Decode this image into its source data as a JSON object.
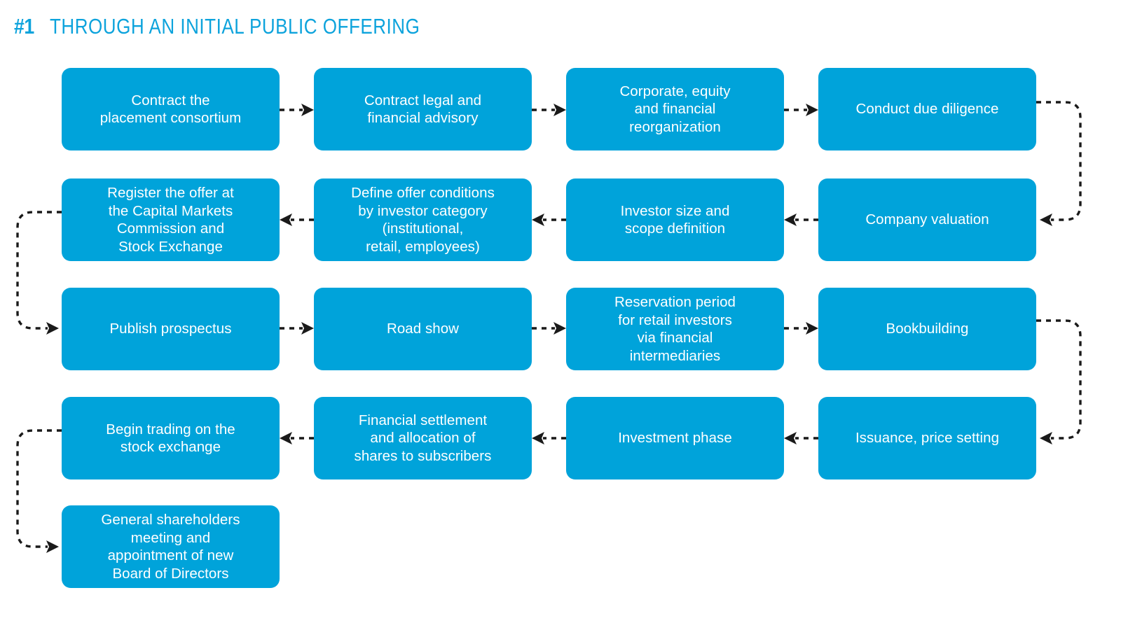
{
  "title": {
    "number": "#1",
    "text": "THROUGH AN INITIAL PUBLIC OFFERING",
    "color": "#0DA3DC"
  },
  "theme": {
    "box_fill": "#00A3DA",
    "box_text": "#FFFFFF",
    "connector": "#1A1A1A",
    "background": "#FFFFFF"
  },
  "diagram": {
    "type": "flowchart",
    "flow_direction": "boustrophedon (serpentine: row1 left-to-right, row2 right-to-left, row3 left-to-right, row4 right-to-left, row5)",
    "step_count": 17,
    "steps": [
      {
        "index": 1,
        "label": "Contract the\nplacement consortium",
        "row": 1,
        "col": 1
      },
      {
        "index": 2,
        "label": "Contract legal and\nfinancial advisory",
        "row": 1,
        "col": 2
      },
      {
        "index": 3,
        "label": "Corporate, equity\nand financial\nreorganization",
        "row": 1,
        "col": 3
      },
      {
        "index": 4,
        "label": "Conduct due diligence",
        "row": 1,
        "col": 4
      },
      {
        "index": 5,
        "label": "Company valuation",
        "row": 2,
        "col": 4
      },
      {
        "index": 6,
        "label": "Investor size and\nscope definition",
        "row": 2,
        "col": 3
      },
      {
        "index": 7,
        "label": "Define offer conditions\nby investor category\n(institutional,\nretail, employees)",
        "row": 2,
        "col": 2
      },
      {
        "index": 8,
        "label": "Register the offer at\nthe Capital Markets\nCommission and\nStock Exchange",
        "row": 2,
        "col": 1
      },
      {
        "index": 9,
        "label": "Publish prospectus",
        "row": 3,
        "col": 1
      },
      {
        "index": 10,
        "label": "Road show",
        "row": 3,
        "col": 2
      },
      {
        "index": 11,
        "label": "Reservation period\nfor retail investors\nvia financial\nintermediaries",
        "row": 3,
        "col": 3
      },
      {
        "index": 12,
        "label": "Bookbuilding",
        "row": 3,
        "col": 4
      },
      {
        "index": 13,
        "label": "Issuance, price setting",
        "row": 4,
        "col": 4
      },
      {
        "index": 14,
        "label": "Investment phase",
        "row": 4,
        "col": 3
      },
      {
        "index": 15,
        "label": "Financial settlement\nand allocation of\nshares to subscribers",
        "row": 4,
        "col": 2
      },
      {
        "index": 16,
        "label": "Begin trading on the\nstock exchange",
        "row": 4,
        "col": 1
      },
      {
        "index": 17,
        "label": "General shareholders\nmeeting and\nappointment of new\nBoard of Directors",
        "row": 5,
        "col": 1
      }
    ],
    "connectors": [
      {
        "from": 1,
        "to": 2,
        "style": "dotted-arrow",
        "direction": "right"
      },
      {
        "from": 2,
        "to": 3,
        "style": "dotted-arrow",
        "direction": "right"
      },
      {
        "from": 3,
        "to": 4,
        "style": "dotted-arrow",
        "direction": "right"
      },
      {
        "from": 4,
        "to": 5,
        "style": "dotted-arrow-wrap",
        "direction": "down-left-wrap-right-side"
      },
      {
        "from": 5,
        "to": 6,
        "style": "dotted-arrow",
        "direction": "left"
      },
      {
        "from": 6,
        "to": 7,
        "style": "dotted-arrow",
        "direction": "left"
      },
      {
        "from": 7,
        "to": 8,
        "style": "dotted-arrow",
        "direction": "left"
      },
      {
        "from": 8,
        "to": 9,
        "style": "dotted-arrow-wrap",
        "direction": "down-right-wrap-left-side"
      },
      {
        "from": 9,
        "to": 10,
        "style": "dotted-arrow",
        "direction": "right"
      },
      {
        "from": 10,
        "to": 11,
        "style": "dotted-arrow",
        "direction": "right"
      },
      {
        "from": 11,
        "to": 12,
        "style": "dotted-arrow",
        "direction": "right"
      },
      {
        "from": 12,
        "to": 13,
        "style": "dotted-arrow-wrap",
        "direction": "down-left-wrap-right-side"
      },
      {
        "from": 13,
        "to": 14,
        "style": "dotted-arrow",
        "direction": "left"
      },
      {
        "from": 14,
        "to": 15,
        "style": "dotted-arrow",
        "direction": "left"
      },
      {
        "from": 15,
        "to": 16,
        "style": "dotted-arrow",
        "direction": "left"
      },
      {
        "from": 16,
        "to": 17,
        "style": "dotted-arrow-wrap",
        "direction": "down-right-wrap-left-side"
      }
    ]
  }
}
